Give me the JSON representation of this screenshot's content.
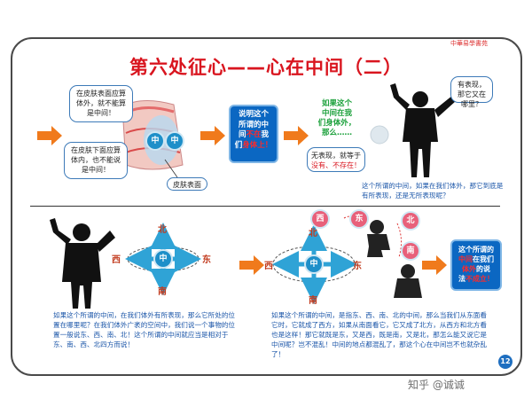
{
  "logo_text": "中華易學書苑",
  "title": "第六处征心——心在中间（二）",
  "zhong": "中",
  "top": {
    "callout_outside": "在皮肤表面应算体外，就不能算是中间！",
    "callout_inside": "在皮肤下面应算体内，也不能说是中间！",
    "skin_label": "皮肤表面",
    "box1": {
      "l1": "说明这个",
      "l2": "所谓的中",
      "l3": "间",
      "l3b": "不在",
      "l3c": "我",
      "l4": "们",
      "l4b": "身体上！"
    },
    "green": {
      "l1": "如果这个",
      "l2": "中间在我",
      "l3": "们身体外，",
      "l4": "那么……"
    },
    "no_show": {
      "l1": "无表现，就等于",
      "l2": "没有、不存在！"
    },
    "has_show": "有表现，那它又在哪里？",
    "caption": "这个所谓的中间，如果在我们体外，那它到底是有所表现，还是无所表现呢？"
  },
  "bottom": {
    "dirs": {
      "north": "北",
      "south": "南",
      "east": "东",
      "west": "西"
    },
    "caption_left": "如果这个所谓的中间，在我们体外有所表现，那么它所处的位置在哪里呢？在我们体外广袤的空间中，我们说一个事物的位置一般说东、西、南、北！这个所谓的中间就应当是相对于东、南、西、北四方而说！",
    "caption_right": "如果这个所谓的中间，是指东、西、南、北的中间，那么当我们从东面看它时，它就成了西方，如果从南面看它，它又成了北方，从西方和北方看也是这样！那它就既是东，又是西，既是南，又是北，那怎么能又说它是中间呢？岂不混乱！中间的地点都混乱了，那这个心在中间岂不也就杂乱了！",
    "box2": {
      "l1": "这个所谓的",
      "l2a": "中间",
      "l2b": "在我们",
      "l3": "体外",
      "l3b": "的说",
      "l4a": "法",
      "l4b": "不成立！"
    }
  },
  "page_number": "12",
  "watermark": "知乎 @诚诚",
  "colors": {
    "title": "#d9151f",
    "arrow": "#f07a1c",
    "blue_box": "#0b67c2",
    "green_text": "#1aa03a",
    "caption": "#1a55a8",
    "direction": "#c23b1e"
  },
  "icons": [
    "orange-arrow-icon",
    "muscle-man-silhouette-icon",
    "seated-figure-silhouette-icon",
    "compass-cross-icon",
    "skin-cross-section-icon"
  ]
}
